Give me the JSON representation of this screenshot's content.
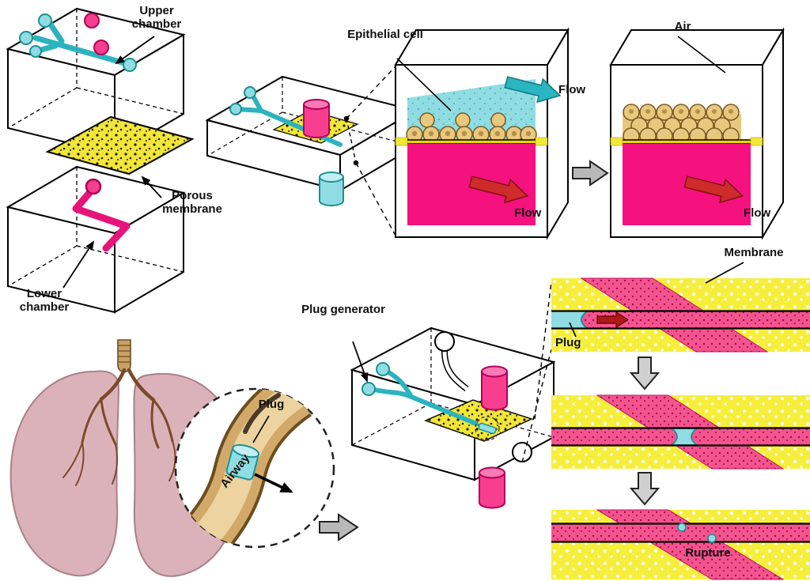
{
  "figure": {
    "labels": {
      "upper_chamber": "Upper chamber",
      "porous_membrane": "Porous membrane",
      "lower_chamber": "Lower chamber",
      "epithelial_cell": "Epithelial cell",
      "flow_upper": "Flow",
      "flow_lower": "Flow",
      "air": "Air",
      "flow_right": "Flow",
      "membrane": "Membrane",
      "plug_channel": "Plug",
      "rupture": "Rupture",
      "plug_generator": "Plug generator",
      "plug_inset": "Plug",
      "airway": "Airway"
    },
    "colors": {
      "cyan_fluid": "#8fdde2",
      "cyan_stroke": "#1c8f98",
      "cyan_arrow": "#2ab5c0",
      "magenta": "#f5117e",
      "magenta_light": "#f83e8e",
      "yellow_membrane": "#f7ee3c",
      "red_arrow": "#cf2b2b",
      "tan_cell": "#e8c87e",
      "airway_wall": "#d2a968",
      "lung_pink": "#dcb2ba",
      "gray_arrow": "#b8b8b8"
    }
  }
}
